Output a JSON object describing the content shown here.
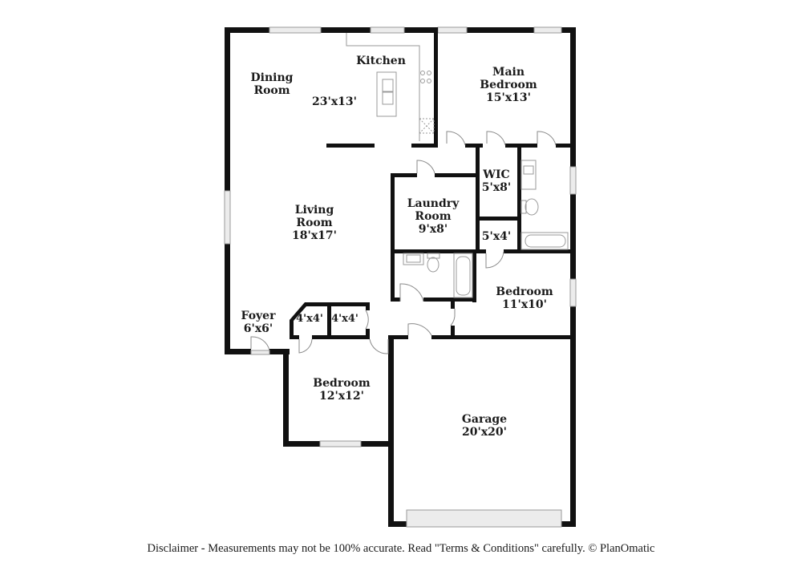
{
  "floor_plan": {
    "rooms": [
      {
        "id": "kitchen",
        "name": "Kitchen",
        "dimensions": ""
      },
      {
        "id": "dining",
        "name": "Dining\nRoom",
        "name_line1": "Dining",
        "name_line2": "Room",
        "dimensions": ""
      },
      {
        "id": "kitchen_dining",
        "name": "",
        "dimensions": "23'x13'"
      },
      {
        "id": "main_bedroom",
        "name_line1": "Main",
        "name_line2": "Bedroom",
        "dimensions": "15'x13'"
      },
      {
        "id": "wic",
        "name": "WIC",
        "dimensions": "5'x8'"
      },
      {
        "id": "laundry",
        "name_line1": "Laundry",
        "name_line2": "Room",
        "dimensions": "9'x8'"
      },
      {
        "id": "living",
        "name_line1": "Living",
        "name_line2": "Room",
        "dimensions": "18'x17'"
      },
      {
        "id": "closet_5x4",
        "name": "",
        "dimensions": "5'x4'"
      },
      {
        "id": "bedroom_2",
        "name": "Bedroom",
        "dimensions": "11'x10'"
      },
      {
        "id": "foyer",
        "name": "Foyer",
        "dimensions": "6'x6'"
      },
      {
        "id": "closet_a",
        "name": "",
        "dimensions": "4'x4'"
      },
      {
        "id": "closet_b",
        "name": "",
        "dimensions": "4'x4'"
      },
      {
        "id": "bedroom_3",
        "name": "Bedroom",
        "dimensions": "12'x12'"
      },
      {
        "id": "garage",
        "name": "Garage",
        "dimensions": "20'x20'"
      }
    ]
  },
  "labels": {
    "kitchen": "Kitchen",
    "dining_1": "Dining",
    "dining_2": "Room",
    "kitchen_dining_dim": "23'x13'",
    "main_bed_1": "Main",
    "main_bed_2": "Bedroom",
    "main_bed_dim": "15'x13'",
    "wic": "WIC",
    "wic_dim": "5'x8'",
    "laundry_1": "Laundry",
    "laundry_2": "Room",
    "laundry_dim": "9'x8'",
    "living_1": "Living",
    "living_2": "Room",
    "living_dim": "18'x17'",
    "closet_5x4_dim": "5'x4'",
    "bedroom2": "Bedroom",
    "bedroom2_dim": "11'x10'",
    "foyer": "Foyer",
    "foyer_dim": "6'x6'",
    "closet_a_dim": "4'x4'",
    "closet_b_dim": "4'x4'",
    "bedroom3": "Bedroom",
    "bedroom3_dim": "12'x12'",
    "garage": "Garage",
    "garage_dim": "20'x20'"
  },
  "disclaimer": "Disclaimer - Measurements may not be 100% accurate. Read \"Terms & Conditions\" carefully. © PlanOmatic",
  "colors": {
    "wall": "#111111",
    "fixture": "#9a9a9a",
    "window_fill": "#e6e6e6",
    "background": "#ffffff"
  }
}
